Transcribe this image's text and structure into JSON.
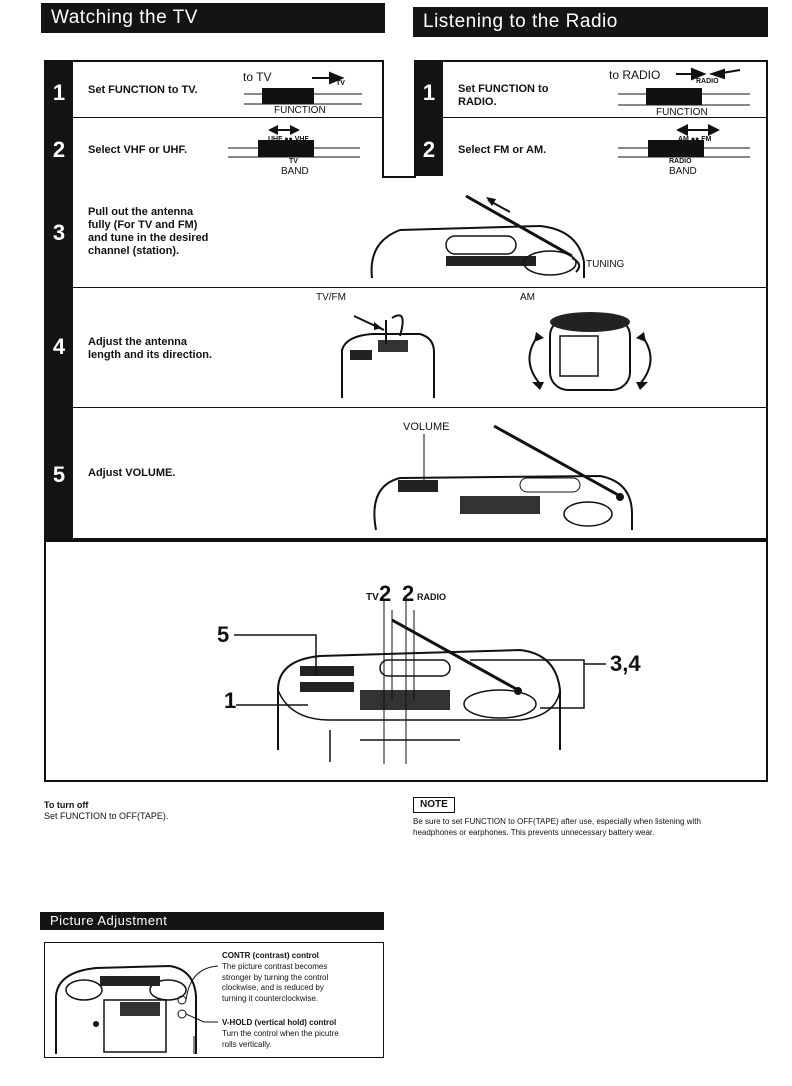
{
  "tv": {
    "header": "Watching the TV",
    "step1": {
      "num": "1",
      "text": "Set FUNCTION to TV.",
      "to_label": "to TV",
      "arrow_label": "TV",
      "switch_label": "FUNCTION"
    },
    "step2": {
      "num": "2",
      "text": "Select VHF or UHF.",
      "top_label": "UHF ●● VHF",
      "mid_label": "TV",
      "switch_label": "BAND"
    }
  },
  "radio": {
    "header": "Listening to the Radio",
    "step1": {
      "num": "1",
      "text_line1": "Set FUNCTION to",
      "text_line2": "RADIO.",
      "to_label": "to RADIO",
      "arrow_label": "RADIO",
      "switch_label": "FUNCTION"
    },
    "step2": {
      "num": "2",
      "text": "Select FM or AM.",
      "top_label": "AM ●● FM",
      "mid_label": "RADIO",
      "switch_label": "BAND"
    }
  },
  "steps": {
    "step3": {
      "num": "3",
      "lines": [
        "Pull out the antenna",
        "fully (For TV and FM)",
        "and tune in the desired",
        "channel (station)."
      ],
      "tuning_label": "TUNING"
    },
    "step4": {
      "num": "4",
      "lines": [
        "Adjust the antenna",
        "length and its direction."
      ],
      "tvfm_label": "TV/FM",
      "am_label": "AM"
    },
    "step5": {
      "num": "5",
      "text": "Adjust VOLUME.",
      "volume_label": "VOLUME"
    }
  },
  "overview": {
    "label_tv": "TV",
    "label_2a": "2",
    "label_2b": "2",
    "label_radio": "RADIO",
    "label_5": "5",
    "label_1": "1",
    "label_34": "3,4"
  },
  "turn_off": {
    "title": "To turn off",
    "text": "Set FUNCTION to OFF(TAPE)."
  },
  "note": {
    "badge": "NOTE",
    "line1": "Be sure to set FUNCTION to OFF(TAPE) after use, especially when listening with",
    "line2": "headphones or earphones. This prevents unnecessary battery wear."
  },
  "picture": {
    "header": "Picture Adjustment",
    "contr_title": "CONTR (contrast) control",
    "contr_lines": [
      "The picture contrast becomes",
      "stronger by turning the control",
      "clockwise, and is reduced by",
      "turning it counterclockwise."
    ],
    "vhold_title": "V-HOLD (vertical hold) control",
    "vhold_lines": [
      "Turn the control when the picutre",
      "rolls vertically."
    ]
  }
}
